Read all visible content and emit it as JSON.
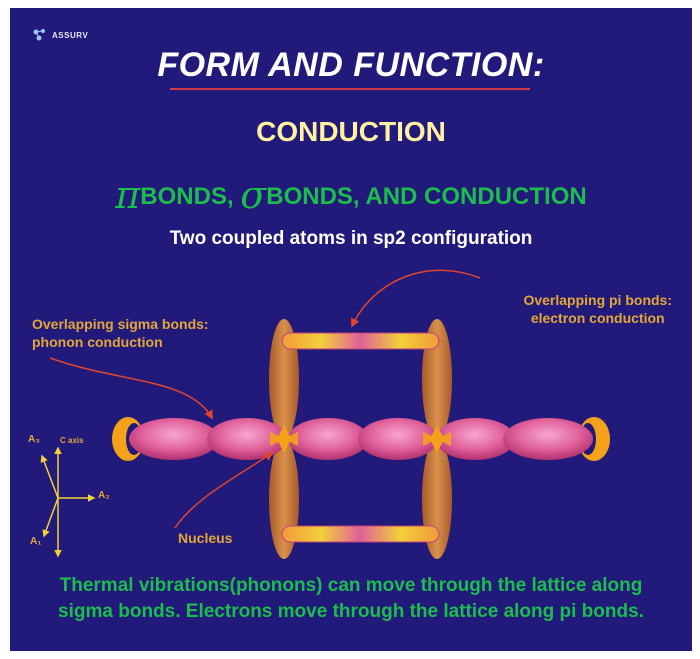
{
  "slide": {
    "logo": {
      "text": "ASSURV",
      "icon": "molecule-logo-icon"
    },
    "title": "FORM AND FUNCTION:",
    "subtitle": "CONDUCTION",
    "bonds_heading": {
      "pi_symbol": "π",
      "pi_text": "BONDS,",
      "sigma_symbol": "σ",
      "sigma_text": "BONDS, AND CONDUCTION"
    },
    "description": "Two coupled atoms in sp2 configuration",
    "labels": {
      "sigma_line1": "Overlapping sigma bonds:",
      "sigma_line2": "phonon conduction",
      "pi_line1": "Overlapping pi bonds:",
      "pi_line2": "electron conduction",
      "nucleus": "Nucleus"
    },
    "axes": {
      "a1": "A₁",
      "a2": "A₂",
      "a3": "A₃",
      "c": "C axis"
    },
    "bottom_line1": "Thermal vibrations(phonons) can move through the lattice along",
    "bottom_line2": "sigma bonds.  Electrons move through the lattice along pi bonds.",
    "colors": {
      "background": "#221a7a",
      "title": "#ffffff",
      "subtitle": "#fff2a0",
      "green": "#1bbd4c",
      "label": "#e3a63a",
      "arrow": "#e0452f",
      "lobe_pink": "#e0609a",
      "lobe_orange": "#c97c3a",
      "nucleus": "#f4a21a"
    }
  }
}
